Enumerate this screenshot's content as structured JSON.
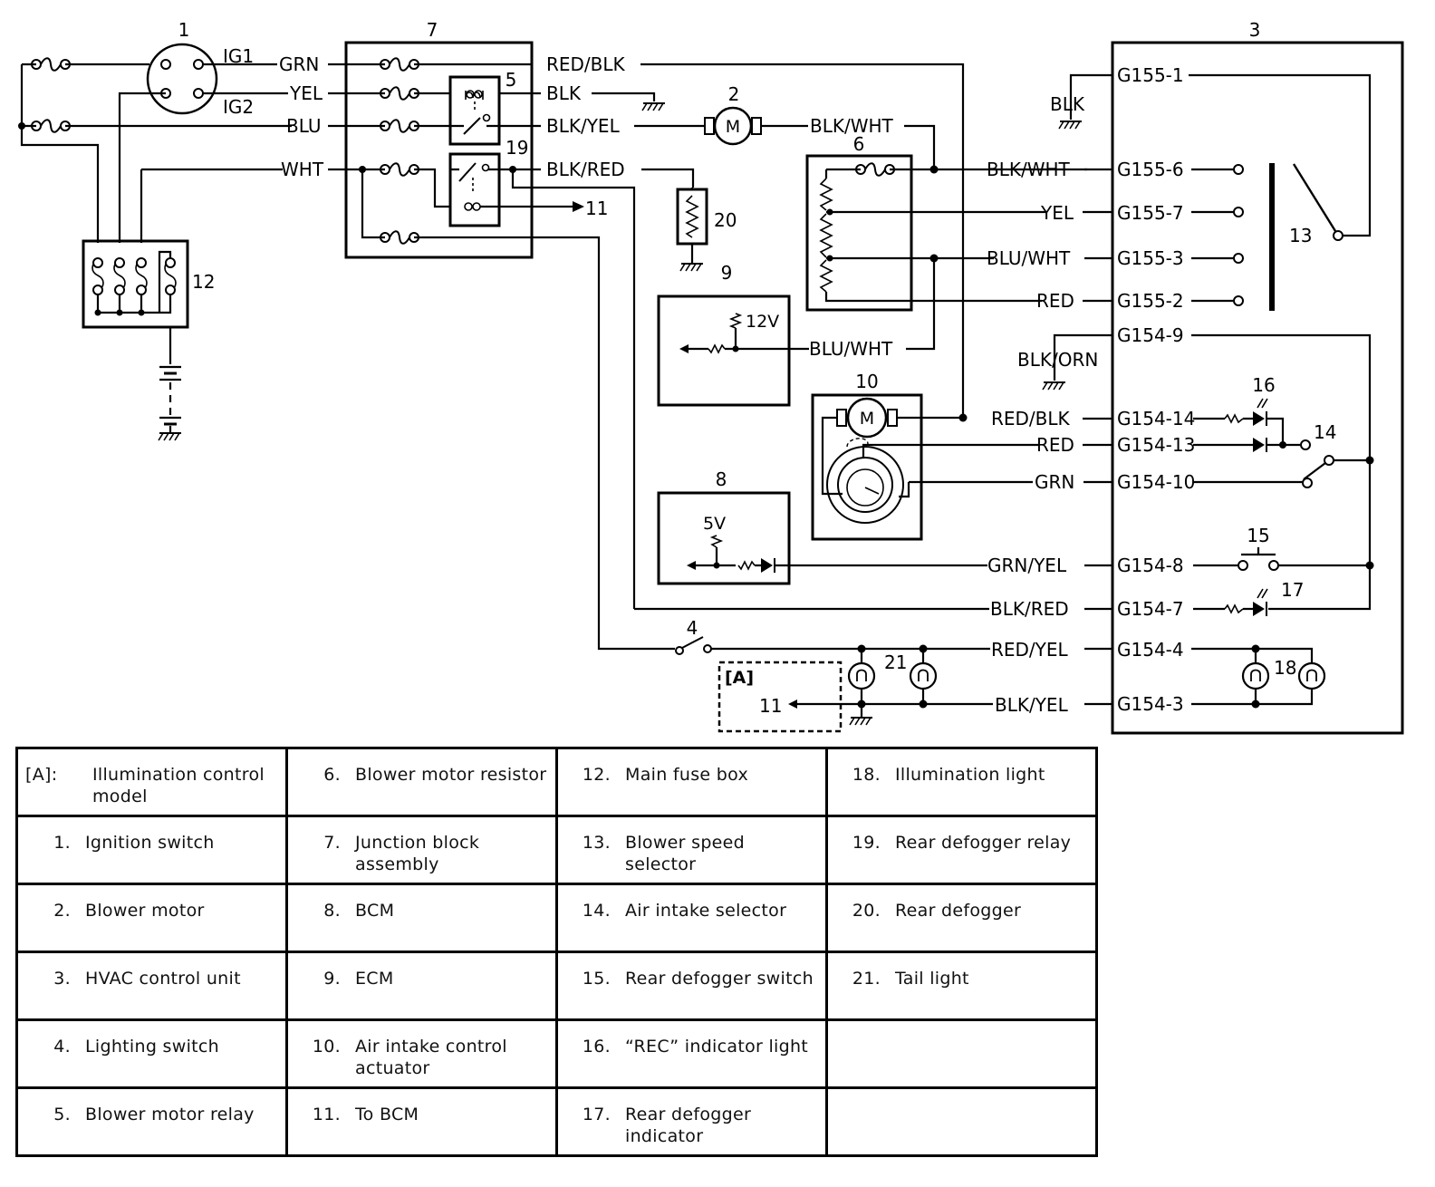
{
  "diagram": {
    "component_numbers": [
      "1",
      "2",
      "3",
      "4",
      "5",
      "6",
      "7",
      "8",
      "9",
      "10",
      "11",
      "12",
      "13",
      "14",
      "15",
      "16",
      "17",
      "18",
      "19",
      "20",
      "21"
    ],
    "ignition": {
      "ig1": "IG1",
      "ig2": "IG2"
    },
    "wires": {
      "grn": "GRN",
      "yel": "YEL",
      "blu": "BLU",
      "wht": "WHT",
      "red_blk": "RED/BLK",
      "blk": "BLK",
      "blk_yel": "BLK/YEL",
      "blk_red": "BLK/RED",
      "blk_wht": "BLK/WHT",
      "blk_orn": "BLK/ORN",
      "blu_wht": "BLU/WHT",
      "red": "RED",
      "grn_yel": "GRN/YEL",
      "red_yel": "RED/YEL"
    },
    "ecm_voltage": "12V",
    "bcm_voltage": "5V",
    "motor_symbol": "M",
    "model_tag": "[A]",
    "connectors": [
      "G155-1",
      "G155-6",
      "G155-7",
      "G155-3",
      "G155-2",
      "G154-9",
      "G154-14",
      "G154-13",
      "G154-10",
      "G154-8",
      "G154-7",
      "G154-4",
      "G154-3"
    ]
  },
  "legend": [
    [
      {
        "key": "[A]:",
        "text": "Illumination control model"
      },
      {
        "key": "6.",
        "text": "Blower motor resistor"
      },
      {
        "key": "12.",
        "text": "Main fuse box"
      },
      {
        "key": "18.",
        "text": "Illumination light"
      }
    ],
    [
      {
        "key": "1.",
        "text": "Ignition switch"
      },
      {
        "key": "7.",
        "text": "Junction block assembly"
      },
      {
        "key": "13.",
        "text": "Blower speed selector"
      },
      {
        "key": "19.",
        "text": "Rear defogger relay"
      }
    ],
    [
      {
        "key": "2.",
        "text": "Blower motor"
      },
      {
        "key": "8.",
        "text": "BCM"
      },
      {
        "key": "14.",
        "text": "Air intake selector"
      },
      {
        "key": "20.",
        "text": "Rear defogger"
      }
    ],
    [
      {
        "key": "3.",
        "text": "HVAC control unit"
      },
      {
        "key": "9.",
        "text": "ECM"
      },
      {
        "key": "15.",
        "text": "Rear defogger switch"
      },
      {
        "key": "21.",
        "text": "Tail light"
      }
    ],
    [
      {
        "key": "4.",
        "text": "Lighting switch"
      },
      {
        "key": "10.",
        "text": "Air intake control actuator"
      },
      {
        "key": "16.",
        "text": "“REC” indicator light"
      },
      {
        "key": "",
        "text": ""
      }
    ],
    [
      {
        "key": "5.",
        "text": "Blower motor relay"
      },
      {
        "key": "11.",
        "text": "To BCM"
      },
      {
        "key": "17.",
        "text": "Rear defogger indicator"
      },
      {
        "key": "",
        "text": ""
      }
    ]
  ]
}
